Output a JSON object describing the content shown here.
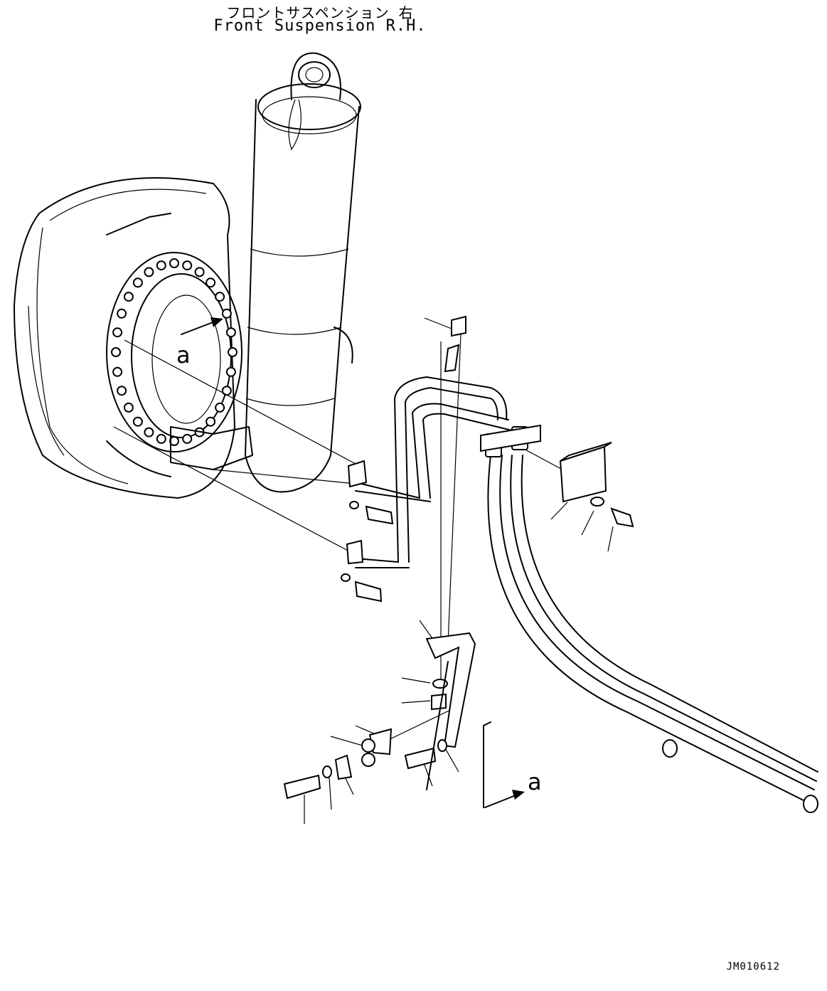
{
  "header": {
    "title_jp": "フロントサスペンション 右",
    "title_en": "Front Suspension R.H."
  },
  "view_labels": {
    "view_a_top": "a",
    "view_a_bottom": "a"
  },
  "footer": {
    "drawing_code": "JM010612"
  }
}
